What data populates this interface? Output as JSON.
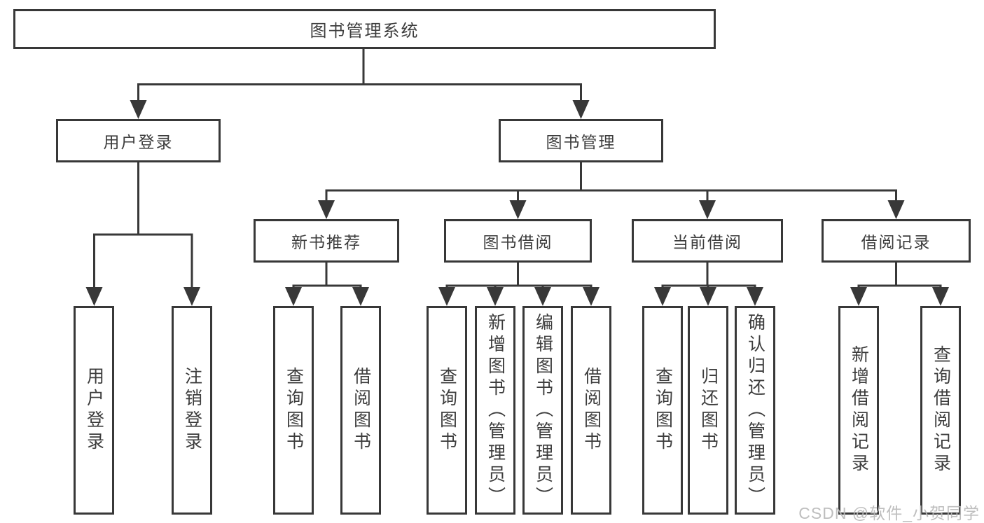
{
  "diagram": {
    "root": {
      "label": "图书管理系统",
      "children": [
        {
          "label": "用户登录",
          "children": [
            {
              "label": "用户登录"
            },
            {
              "label": "注销登录"
            }
          ]
        },
        {
          "label": "图书管理",
          "children": [
            {
              "label": "新书推荐",
              "children": [
                {
                  "label": "查询图书"
                },
                {
                  "label": "借阅图书"
                }
              ]
            },
            {
              "label": "图书借阅",
              "children": [
                {
                  "label": "查询图书"
                },
                {
                  "label": "新增图书（管理员）"
                },
                {
                  "label": "编辑图书（管理员）"
                },
                {
                  "label": "借阅图书"
                }
              ]
            },
            {
              "label": "当前借阅",
              "children": [
                {
                  "label": "查询图书"
                },
                {
                  "label": "归还图书"
                },
                {
                  "label": "确认归还（管理员）"
                }
              ]
            },
            {
              "label": "借阅记录",
              "children": [
                {
                  "label": "新增借阅记录"
                },
                {
                  "label": "查询借阅记录"
                }
              ]
            }
          ]
        }
      ]
    }
  },
  "watermark": {
    "text": "CSDN @软件_小贺同学"
  },
  "colors": {
    "line": "#383838",
    "text": "#3d3d3d",
    "box_fill": "#ffffff",
    "background": "#ffffff",
    "watermark": "#b9b9b9"
  }
}
